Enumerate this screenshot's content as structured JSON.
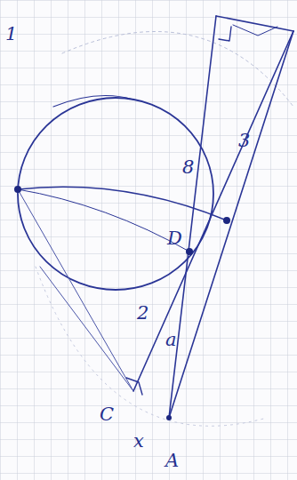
{
  "diagram": {
    "labels": [
      "1",
      "8",
      "3",
      "D",
      "2",
      "a",
      "C",
      "x",
      "A"
    ]
  }
}
